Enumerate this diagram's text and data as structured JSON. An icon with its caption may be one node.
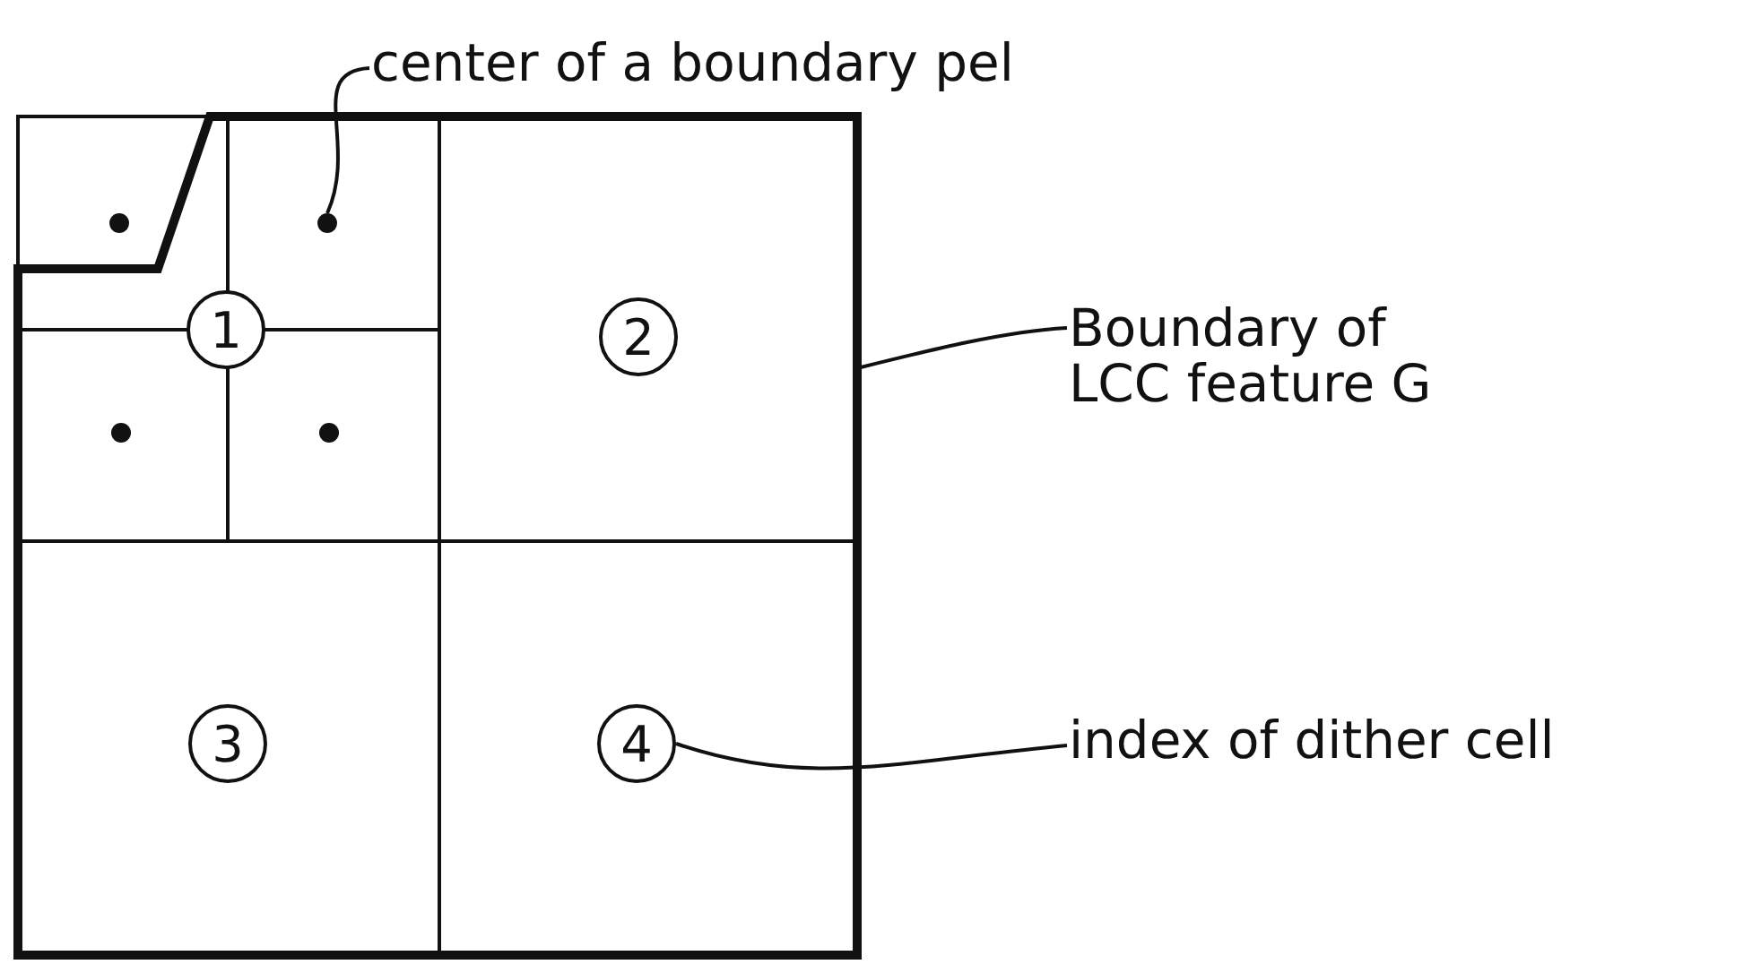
{
  "diagram": {
    "nodes": [
      {
        "text": [
          "center of a boundary pel"
        ]
      },
      {
        "text": [],
        "shape": "circle"
      },
      {
        "text": [],
        "shape": "circle"
      },
      {
        "text": [
          "Boundary of LCC feature G"
        ]
      },
      {
        "text": [
          "1"
        ]
      },
      {
        "text": [
          "2"
        ]
      },
      {
        "text": [],
        "shape": "circle"
      },
      {
        "text": [],
        "shape": "circle"
      },
      {
        "text": [
          "3"
        ]
      },
      {
        "text": [
          "4"
        ]
      },
      {
        "text": [
          "index of dither cell"
        ]
      }
    ],
    "edges": [
      {
        "from": 0,
        "to": 2,
        "arrow": "none"
      },
      {
        "from": 3,
        "to": null,
        "arrow": "none"
      },
      {
        "from": 10,
        "to": 9,
        "arrow": "none"
      }
    ]
  }
}
